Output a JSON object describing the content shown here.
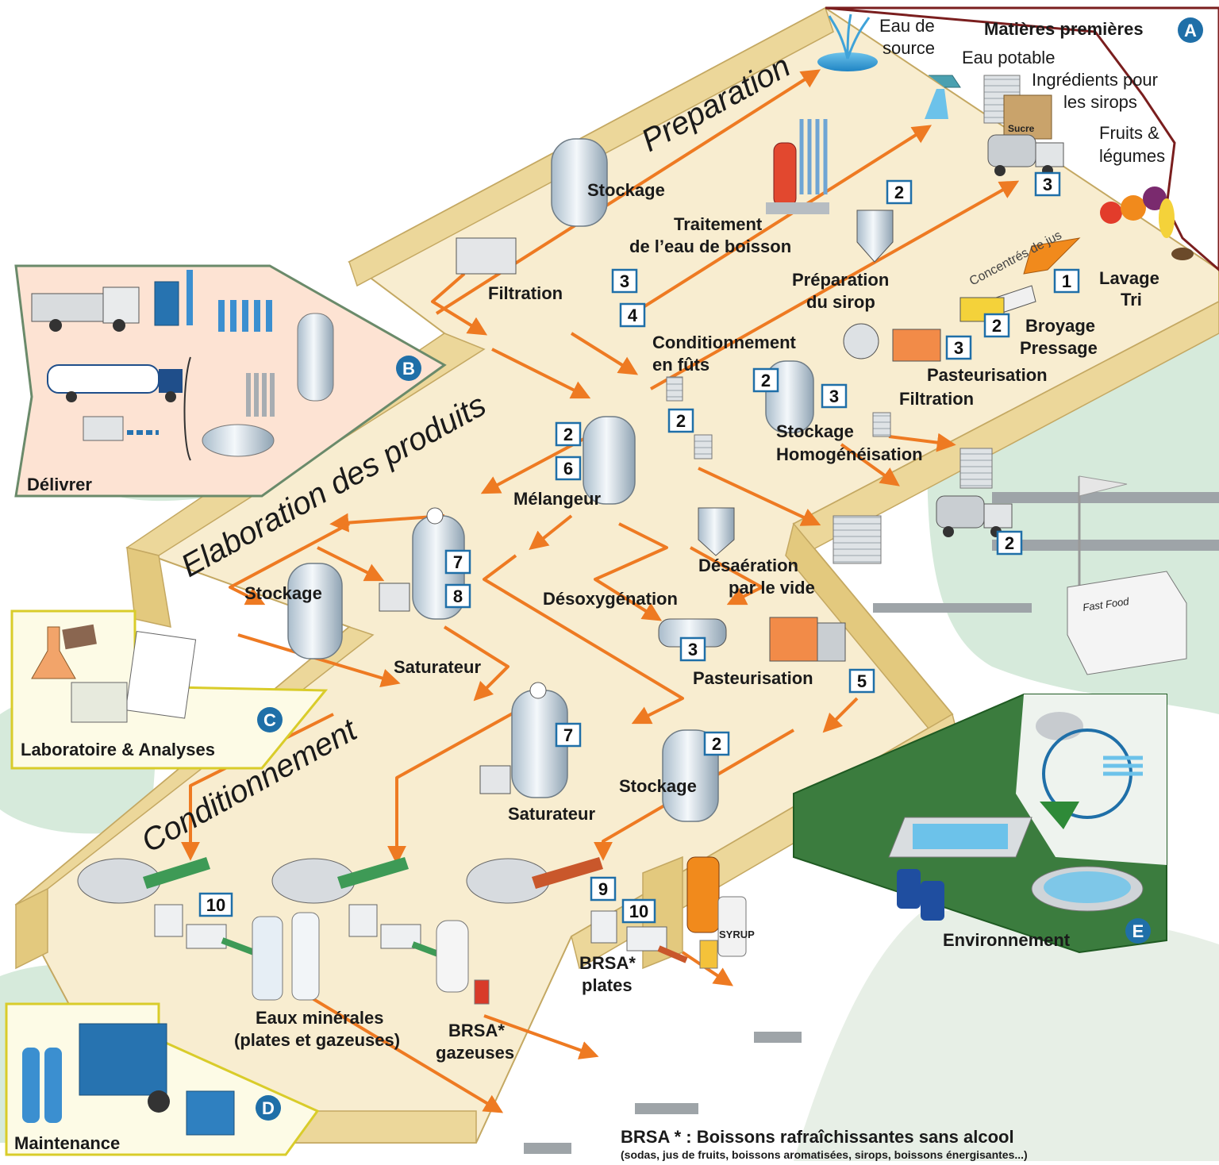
{
  "colors": {
    "floor": "#f8edd0",
    "wall": "#ecd79a",
    "wall_edge": "#c4a862",
    "flow": "#ee7a22",
    "green_bg": "#d6eadb",
    "badge_blue": "#1f6fa8",
    "panel_b_bg": "#fde3d3",
    "panel_b_border": "#6a8a6a",
    "panel_c_border": "#d9cc2a",
    "panel_e_bg": "#3b7c3e"
  },
  "zones": {
    "preparation": "Preparation",
    "elaboration": "Elaboration des produits",
    "conditionnement": "Conditionnement"
  },
  "panels": {
    "a": {
      "letter": "A",
      "title": "Matières premières"
    },
    "b": {
      "letter": "B",
      "title": "Délivrer"
    },
    "c": {
      "letter": "C",
      "title": "Laboratoire & Analyses"
    },
    "d": {
      "letter": "D",
      "title": "Maintenance"
    },
    "e": {
      "letter": "E",
      "title": "Environnement"
    }
  },
  "raw_materials": {
    "eau_source_1": "Eau de",
    "eau_source_2": "source",
    "eau_potable": "Eau potable",
    "ingredients_1": "Ingrédients pour",
    "ingredients_2": "les sirops",
    "fruits_1": "Fruits &",
    "fruits_2": "légumes",
    "sucre": "Sucre"
  },
  "labels": {
    "stockage_top": "Stockage",
    "traitement_1": "Traitement",
    "traitement_2": "de l’eau de boisson",
    "filtration_left": "Filtration",
    "prep_sirop_1": "Préparation",
    "prep_sirop_2": "du sirop",
    "concentres": "Concentrés de jus",
    "lavage": "Lavage",
    "tri": "Tri",
    "broyage": "Broyage",
    "pressage": "Pressage",
    "pasteurisation_top": "Pasteurisation",
    "filtration_right": "Filtration",
    "cond_futs_1": "Conditionnement",
    "cond_futs_2": "en fûts",
    "stockage_homo_1": "Stockage",
    "stockage_homo_2": "Homogénéisation",
    "melangeur": "Mélangeur",
    "stockage_left": "Stockage",
    "saturateur_1": "Saturateur",
    "desaeration_1": "Désaération",
    "desaeration_2": "par le vide",
    "desoxygenation": "Désoxygénation",
    "pasteurisation_mid": "Pasteurisation",
    "saturateur_2": "Saturateur",
    "stockage_mid": "Stockage",
    "eaux_1": "Eaux minérales",
    "eaux_2": "(plates et gazeuses)",
    "brsa_gaz_1": "BRSA*",
    "brsa_gaz_2": "gazeuses",
    "brsa_plates_1": "BRSA*",
    "brsa_plates_2": "plates",
    "syrup": "SYRUP",
    "fast_food": "Fast Food"
  },
  "numbers": {
    "n_truck_top": "3",
    "n_sirop": "2",
    "n_lavage": "1",
    "n_broyage": "2",
    "n_pasteur_top": "3",
    "n_stock_homo": "2",
    "n_homo_3": "3",
    "n_traitement_3": "3",
    "n_traitement_4": "4",
    "n_futs": "2",
    "n_melangeur_2": "2",
    "n_melangeur_6": "6",
    "n_sat_7": "7",
    "n_sat_8": "8",
    "n_desox": "3",
    "n_pasteur_mid": "5",
    "n_sat2_7": "7",
    "n_stock_mid": "2",
    "n_truck_right": "2",
    "n_line1_10": "10",
    "n_line3_9": "9",
    "n_line3_10": "10"
  },
  "footnote": {
    "line1": "BRSA * : Boissons rafraîchissantes sans alcool",
    "line2": "(sodas, jus de fruits, boissons aromatisées, sirops, boissons énergisantes...)"
  }
}
